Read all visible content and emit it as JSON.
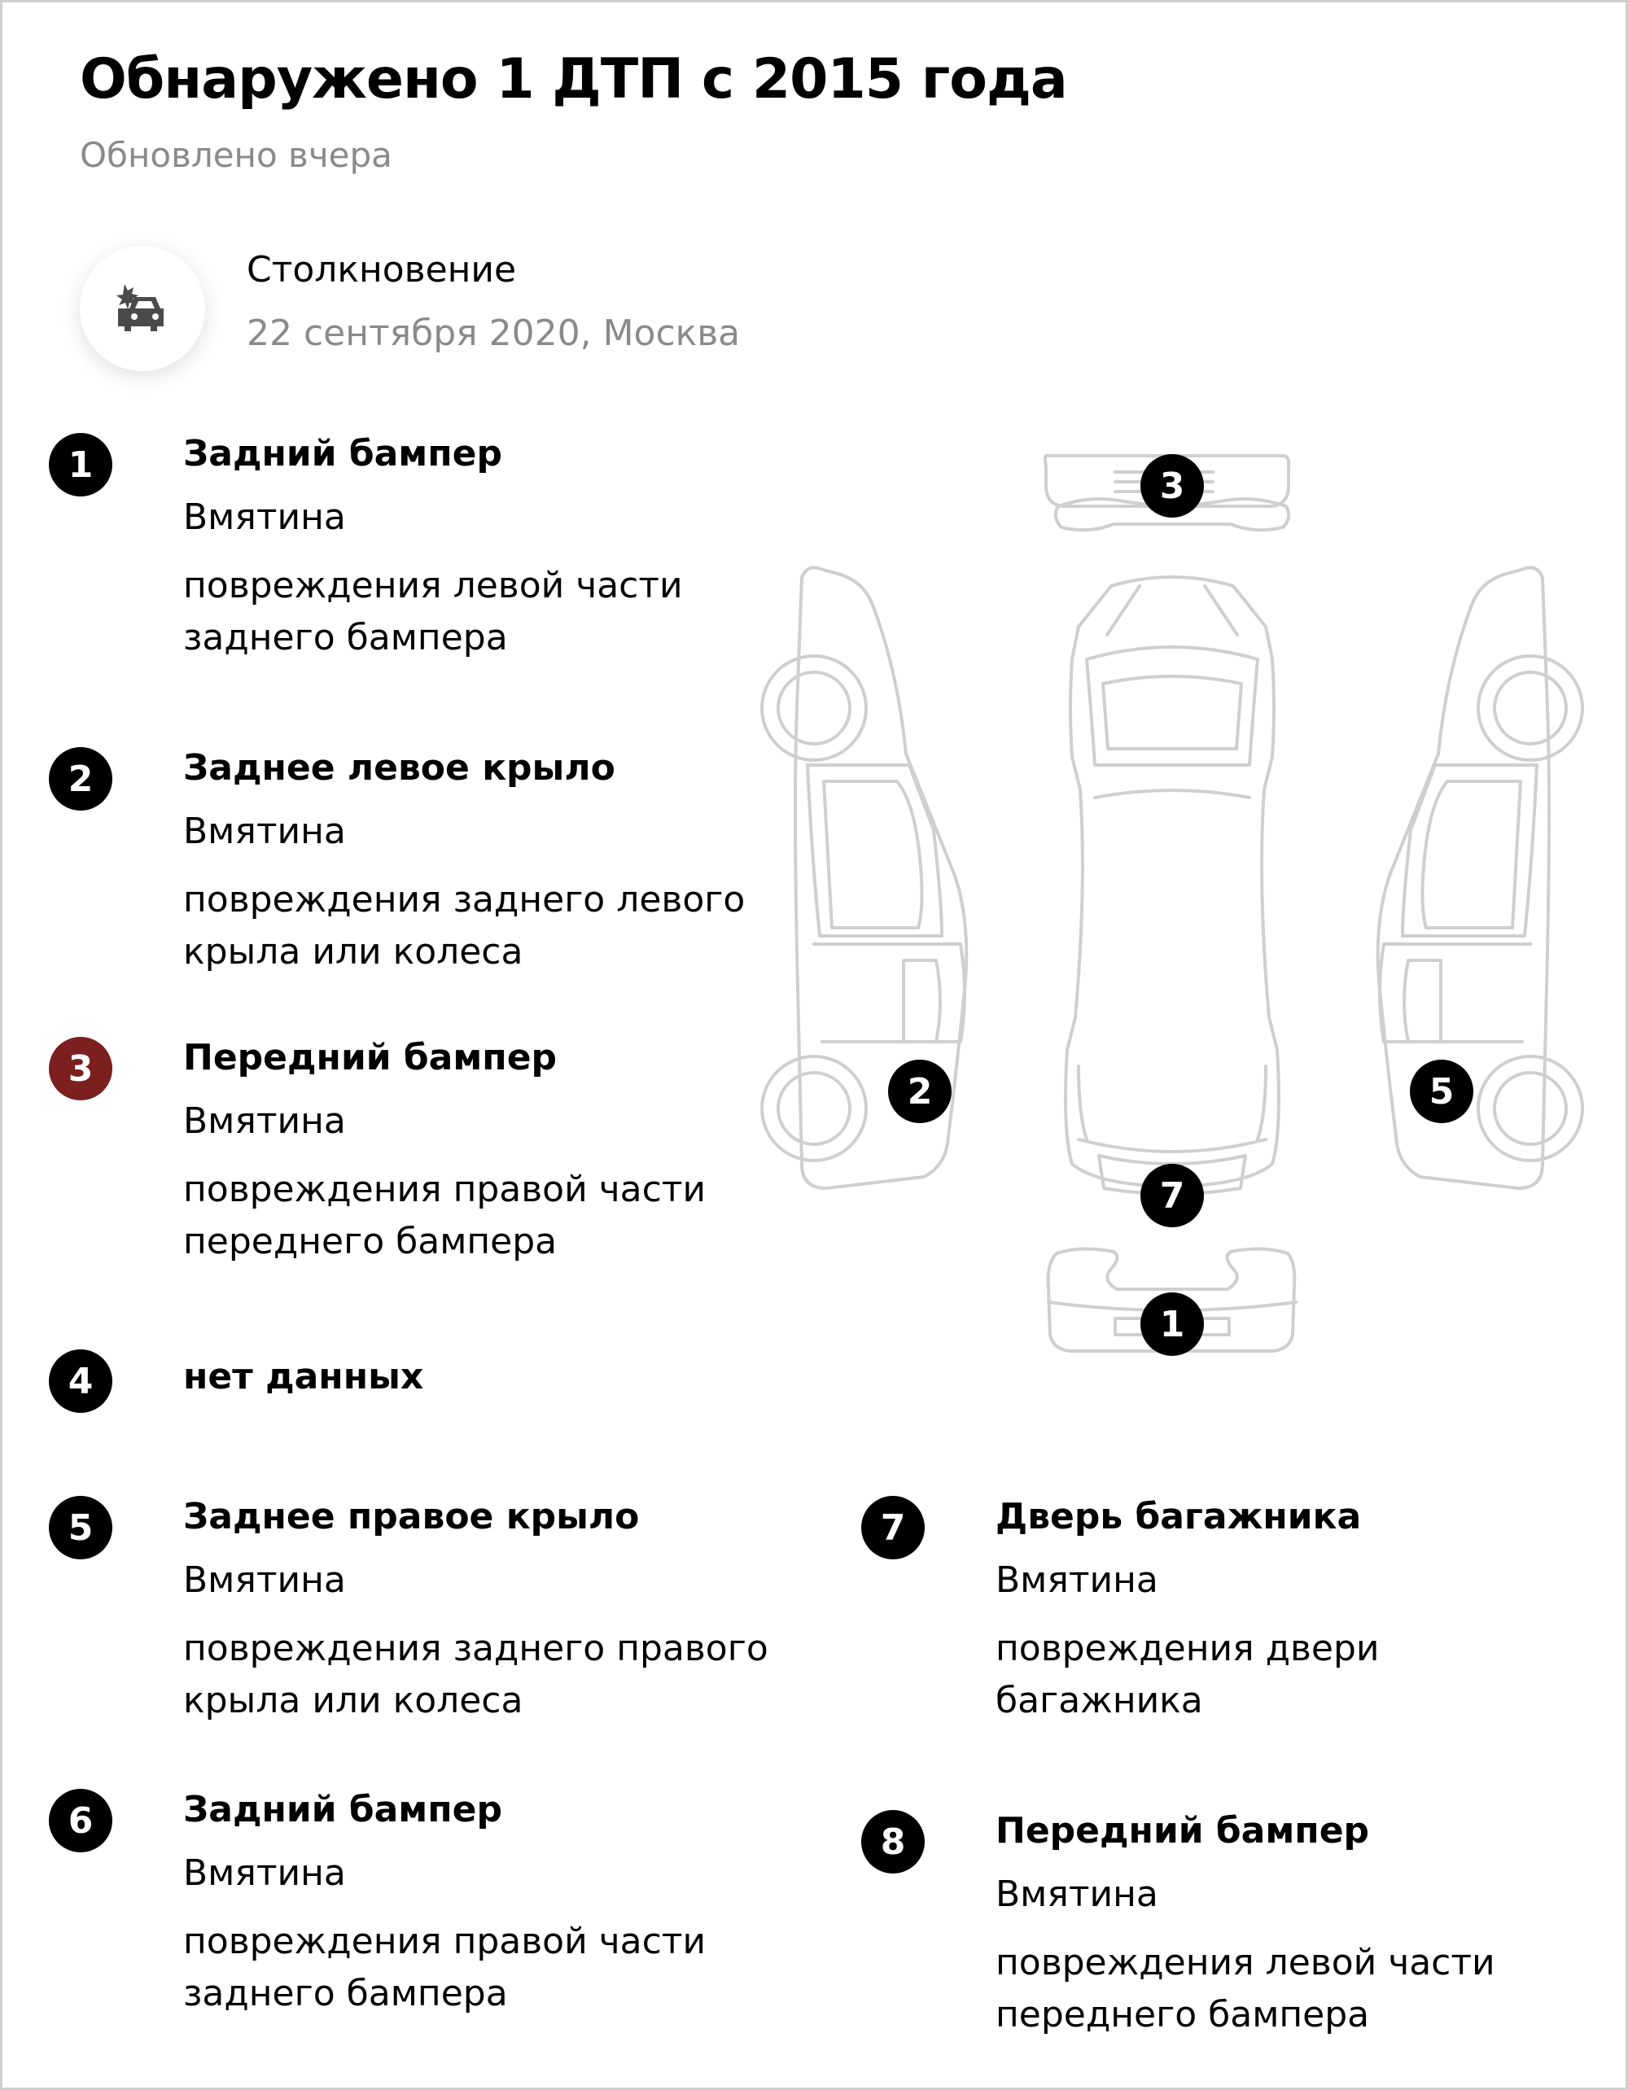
{
  "header": {
    "title": "Обнаружено 1 ДТП с 2015 года",
    "updated": "Обновлено вчера"
  },
  "accident": {
    "icon": "car-crash-icon",
    "type": "Столкновение",
    "date_place": "22 сентября 2020, Москва"
  },
  "damages": [
    {
      "num": "1",
      "part": "Задний бампер",
      "type": "Вмятина",
      "desc": "повреждения левой части заднего бампера"
    },
    {
      "num": "2",
      "part": "Заднее левое крыло",
      "type": "Вмятина",
      "desc": "повреждения заднего левого крыла или колеса"
    },
    {
      "num": "3",
      "part": "Передний бампер",
      "type": "Вмятина",
      "desc": "повреждения правой части переднего бампера"
    },
    {
      "num": "4",
      "part": "нет данных",
      "type": "",
      "desc": ""
    },
    {
      "num": "5",
      "part": "Заднее правое крыло",
      "type": "Вмятина",
      "desc": "повреждения заднего правого крыла или колеса"
    },
    {
      "num": "6",
      "part": "Задний бампер",
      "type": "Вмятина",
      "desc": "повреждения правой части заднего бампера"
    },
    {
      "num": "7",
      "part": "Дверь багажника",
      "type": "Вмятина",
      "desc": "повреждения двери багажника"
    },
    {
      "num": "8",
      "part": "Передний бампер",
      "type": "Вмятина",
      "desc": "повреждения левой части переднего бампера"
    }
  ],
  "diagram_markers": [
    "3",
    "2",
    "5",
    "7",
    "1"
  ],
  "colors": {
    "badge": "#000000",
    "badge_active": "#7b1f1f",
    "muted_text": "#8a8a8a",
    "car_outline": "#cfcfcf"
  }
}
